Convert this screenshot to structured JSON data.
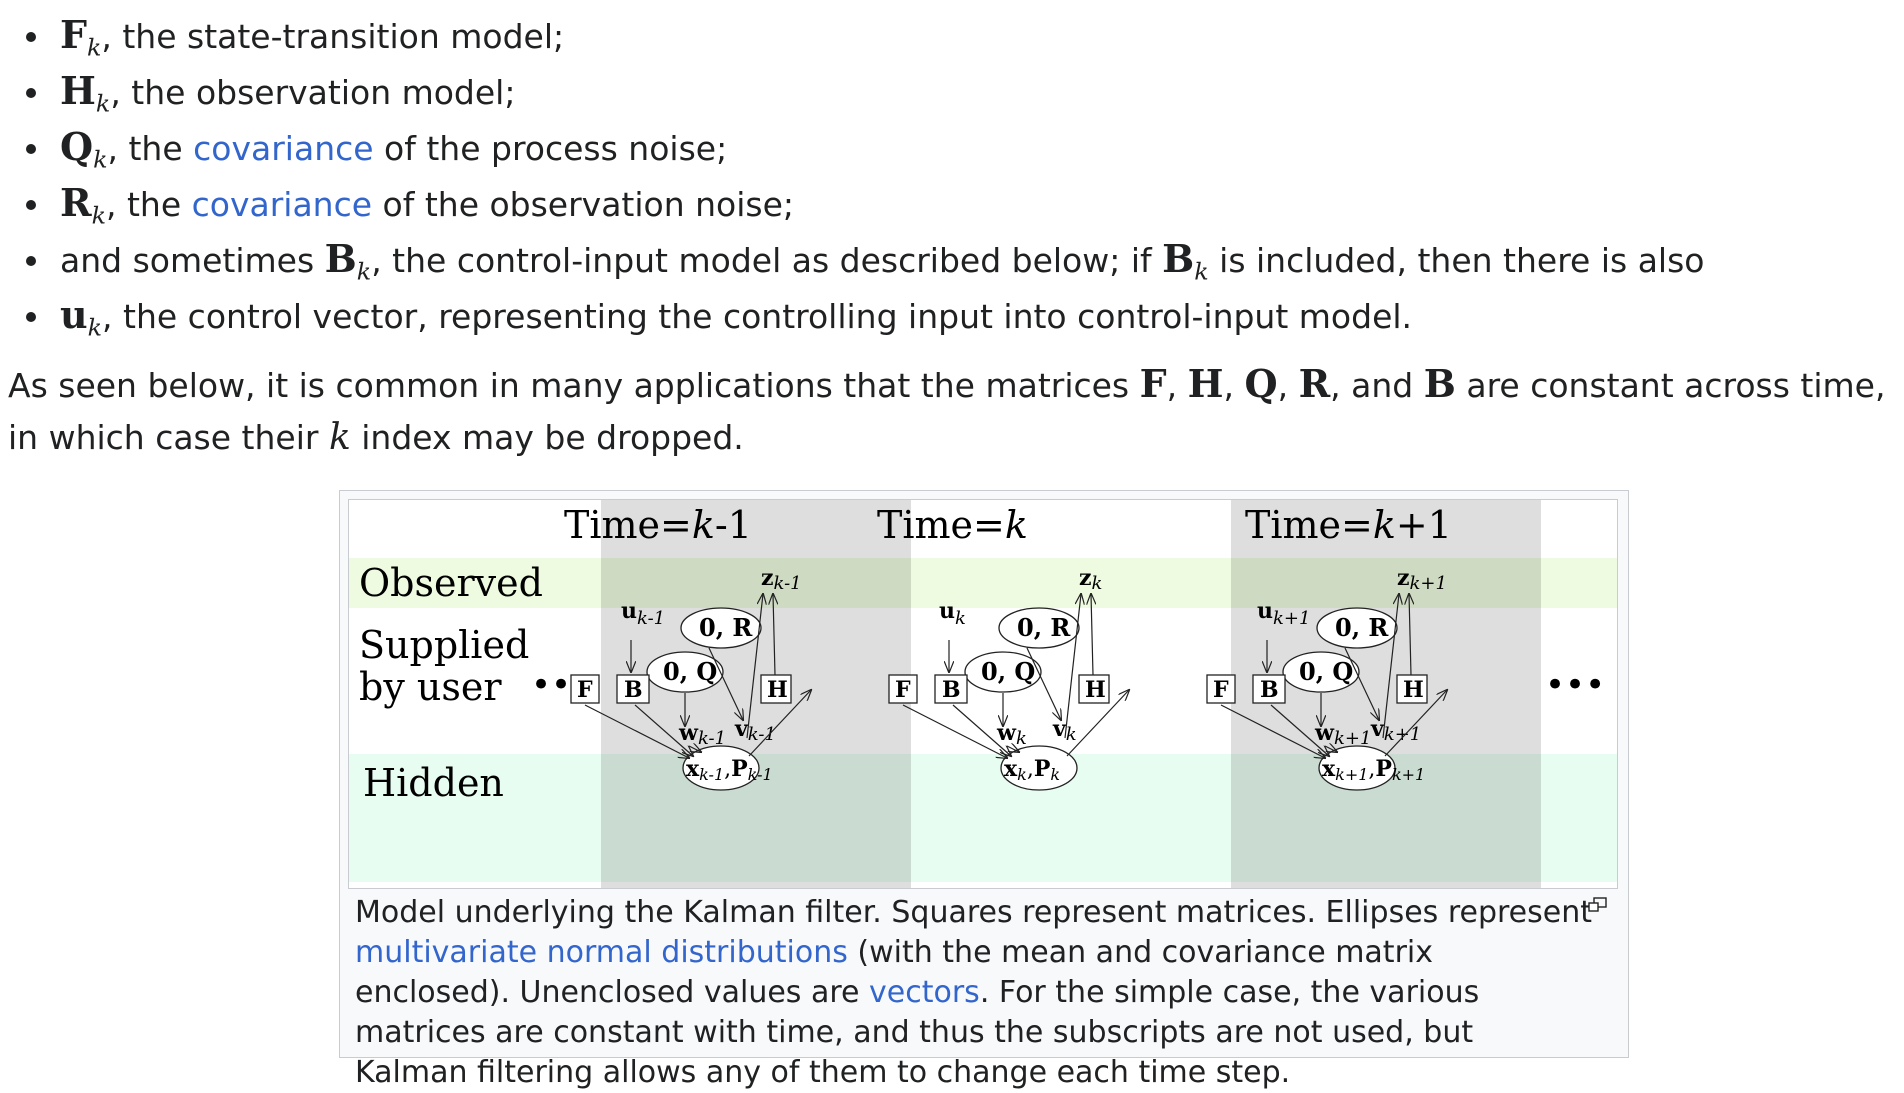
{
  "definitions": [
    {
      "symbol": "F",
      "sub": "k",
      "text": ", the state-transition model;"
    },
    {
      "symbol": "H",
      "sub": "k",
      "text": ", the observation model;"
    },
    {
      "symbol": "Q",
      "sub": "k",
      "pre": ", the ",
      "link": "covariance",
      "text": " of the process noise;"
    },
    {
      "symbol": "R",
      "sub": "k",
      "pre": ", the ",
      "link": "covariance",
      "text": " of the observation noise;"
    },
    {
      "lead": "and sometimes ",
      "symbol": "B",
      "sub": "k",
      "text": ", the control-input model as described below; if ",
      "symbol2": "B",
      "sub2": "k",
      "tail": " is included, then there is also"
    },
    {
      "symbol": "u",
      "sub": "k",
      "text": ", the control vector, representing the controlling input into control-input model."
    }
  ],
  "paragraph": {
    "part1": "As seen below, it is common in many applications that the matrices ",
    "m1": "F",
    "c1": ", ",
    "m2": "H",
    "c2": ", ",
    "m3": "Q",
    "c3": ", ",
    "m4": "R",
    "c4": ", and ",
    "m5": "B",
    "part2": " are constant across time, in which case their ",
    "kvar": "k",
    "part3": " index may be dropped."
  },
  "diagram": {
    "rows": {
      "observed": "Observed",
      "supplied_1": "Supplied",
      "supplied_2": "by user",
      "hidden": "Hidden"
    },
    "ellipsis": "•••",
    "times": [
      {
        "label": "Time=",
        "var": "k",
        "suffix": "-1",
        "u": "u",
        "usub": "k-1",
        "z": "z",
        "zsub": "k-1",
        "w": "w",
        "wsub": "k-1",
        "v": "v",
        "vsub": "k-1",
        "x": "x",
        "xsub": "k-1",
        "p": "P",
        "psub": "k-1"
      },
      {
        "label": "Time=",
        "var": "k",
        "suffix": "",
        "u": "u",
        "usub": "k",
        "z": "z",
        "zsub": "k",
        "w": "w",
        "wsub": "k",
        "v": "v",
        "vsub": "k",
        "x": "x",
        "xsub": "k",
        "p": "P",
        "psub": "k"
      },
      {
        "label": "Time=",
        "var": "k",
        "suffix": "+1",
        "u": "u",
        "usub": "k+1",
        "z": "z",
        "zsub": "k+1",
        "w": "w",
        "wsub": "k+1",
        "v": "v",
        "vsub": "k+1",
        "x": "x",
        "xsub": "k+1",
        "p": "P",
        "psub": "k+1"
      }
    ],
    "matrix_f": "F",
    "matrix_b": "B",
    "matrix_h": "H",
    "noise_q": "0, Q",
    "noise_r": "0, R",
    "colors": {
      "observed_band": "#eefbe0",
      "hidden_band": "#e8fdf1",
      "time_shade": "#dddddd"
    }
  },
  "caption": {
    "t1": "Model underlying the Kalman filter. Squares represent matrices. Ellipses represent ",
    "link1": "multivariate normal distributions",
    "t2": " (with the mean and covariance matrix enclosed). Unenclosed values are ",
    "link2": "vectors",
    "t3": ". For the simple case, the various matrices are constant with time, and thus the subscripts are not used, but Kalman filtering allows any of them to change each time step."
  },
  "icons": {
    "magnify": "magnify-clip-icon"
  }
}
